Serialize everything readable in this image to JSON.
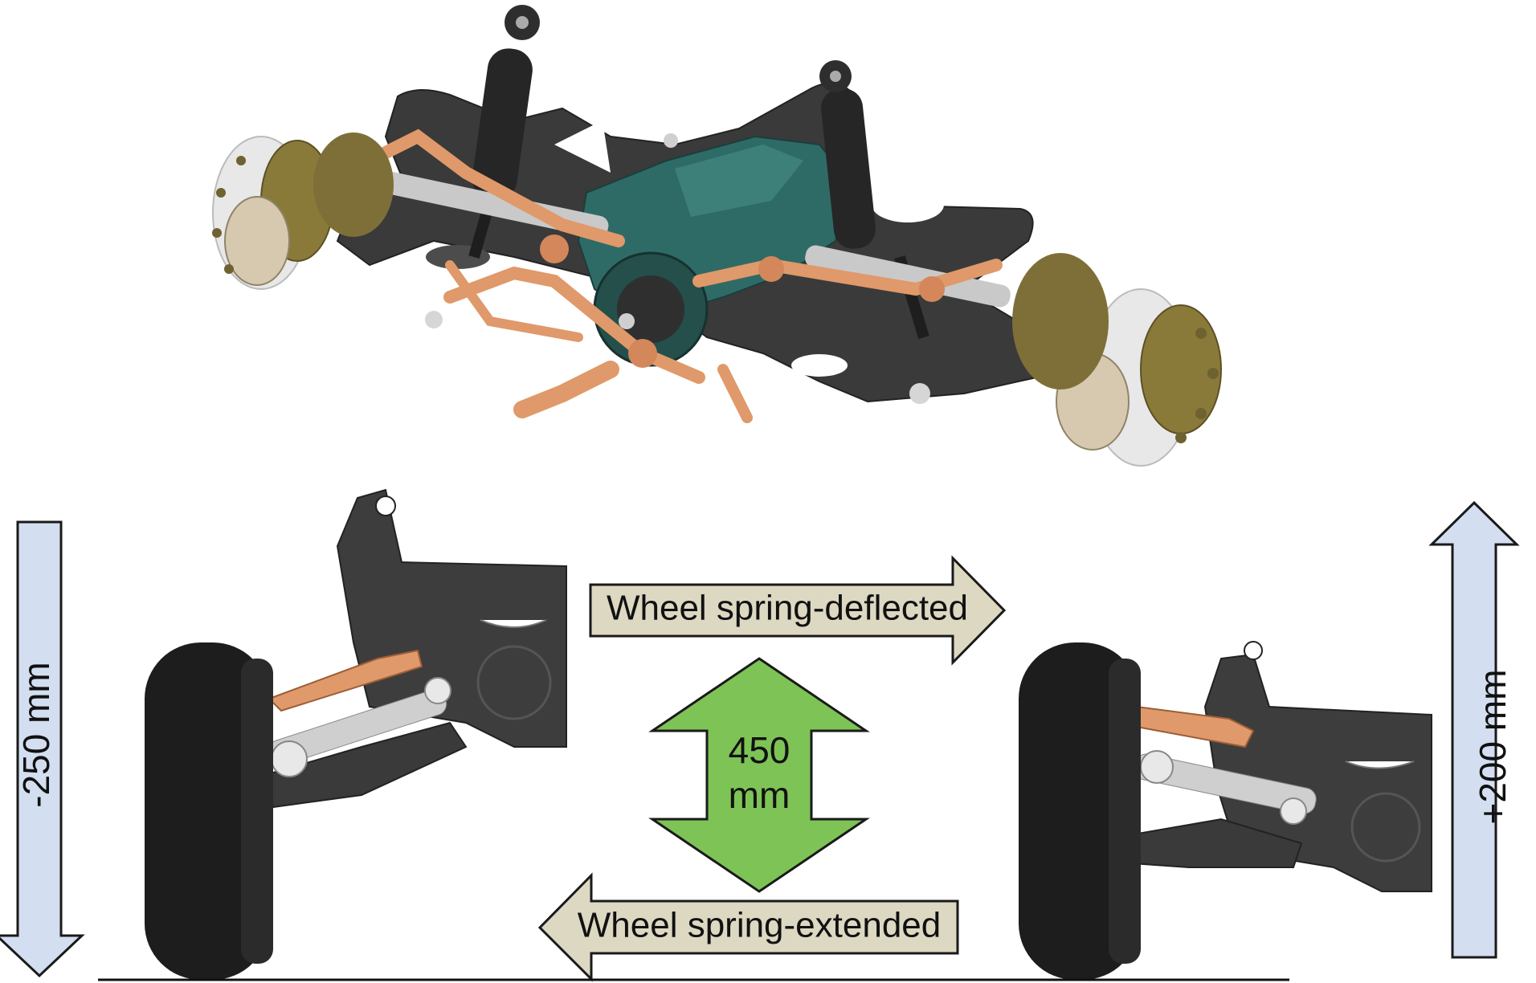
{
  "labels": {
    "left_travel": "-250 mm",
    "right_travel": "+200 mm",
    "deflected": "Wheel spring-deflected",
    "extended": "Wheel spring-extended",
    "total_value": "450",
    "total_unit": "mm"
  },
  "colors": {
    "steel_blue_arrow": "#d3dff0",
    "khaki_arrow": "#ddd8c2",
    "green_arrow": "#7ec356",
    "dark_metal": "#3b3b3b",
    "copper_links": "#e0996a",
    "teal_housing": "#2f6b66",
    "brass_hub": "#8a7a3a",
    "tire": "#1d1d1d"
  },
  "icons": {
    "axle_render": "axle-assembly-illustration",
    "left_wheel": "suspension-spring-extended-illustration",
    "right_wheel": "suspension-spring-deflected-illustration"
  }
}
